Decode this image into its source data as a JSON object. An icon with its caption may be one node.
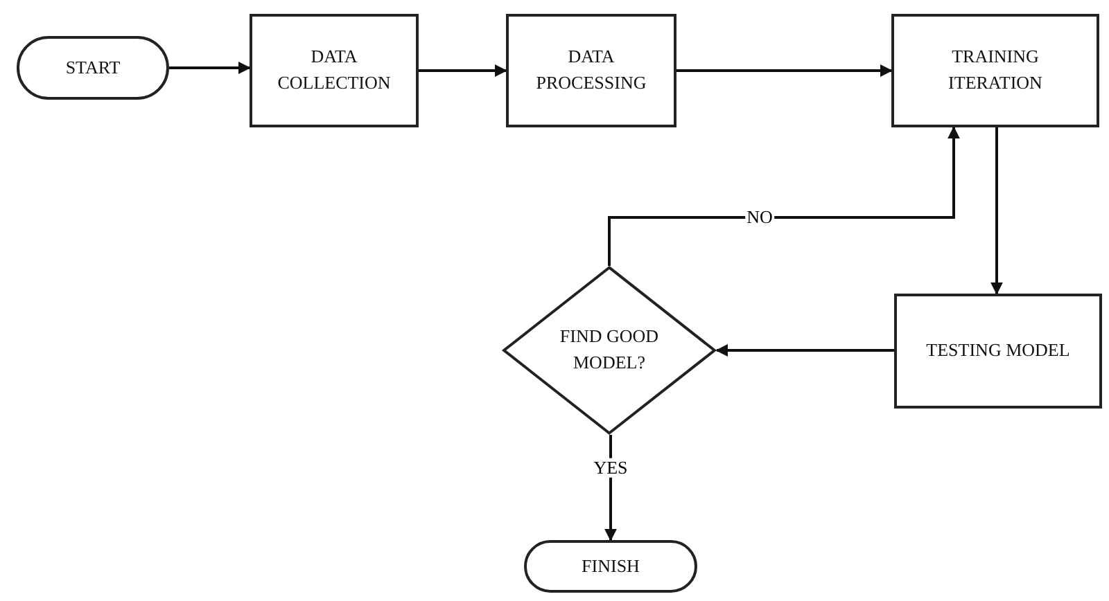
{
  "diagram": {
    "nodes": [
      {
        "text": [
          "START"
        ]
      },
      {
        "text": [
          "DATA COLLECTION"
        ]
      },
      {
        "text": [
          "DATA PROCESSING"
        ]
      },
      {
        "text": [
          "TRAINING ITERATION"
        ]
      },
      {
        "text": [
          "TESTING MODEL"
        ]
      },
      {
        "text": [
          "FIND GOOD MODEL?"
        ]
      },
      {
        "text": [
          "FINISH"
        ]
      }
    ],
    "edges": [
      {
        "from": 0,
        "to": 1,
        "arrow": "to"
      },
      {
        "from": 1,
        "to": 2,
        "arrow": "to"
      },
      {
        "from": 2,
        "to": 3,
        "arrow": "to"
      },
      {
        "from": 3,
        "to": 4,
        "arrow": "to"
      },
      {
        "from": 4,
        "to": 5,
        "arrow": "to"
      },
      {
        "from": 5,
        "to": 3,
        "arrow": "to",
        "label": "NO"
      },
      {
        "from": 5,
        "to": 6,
        "arrow": "to",
        "label": "YES"
      }
    ]
  }
}
